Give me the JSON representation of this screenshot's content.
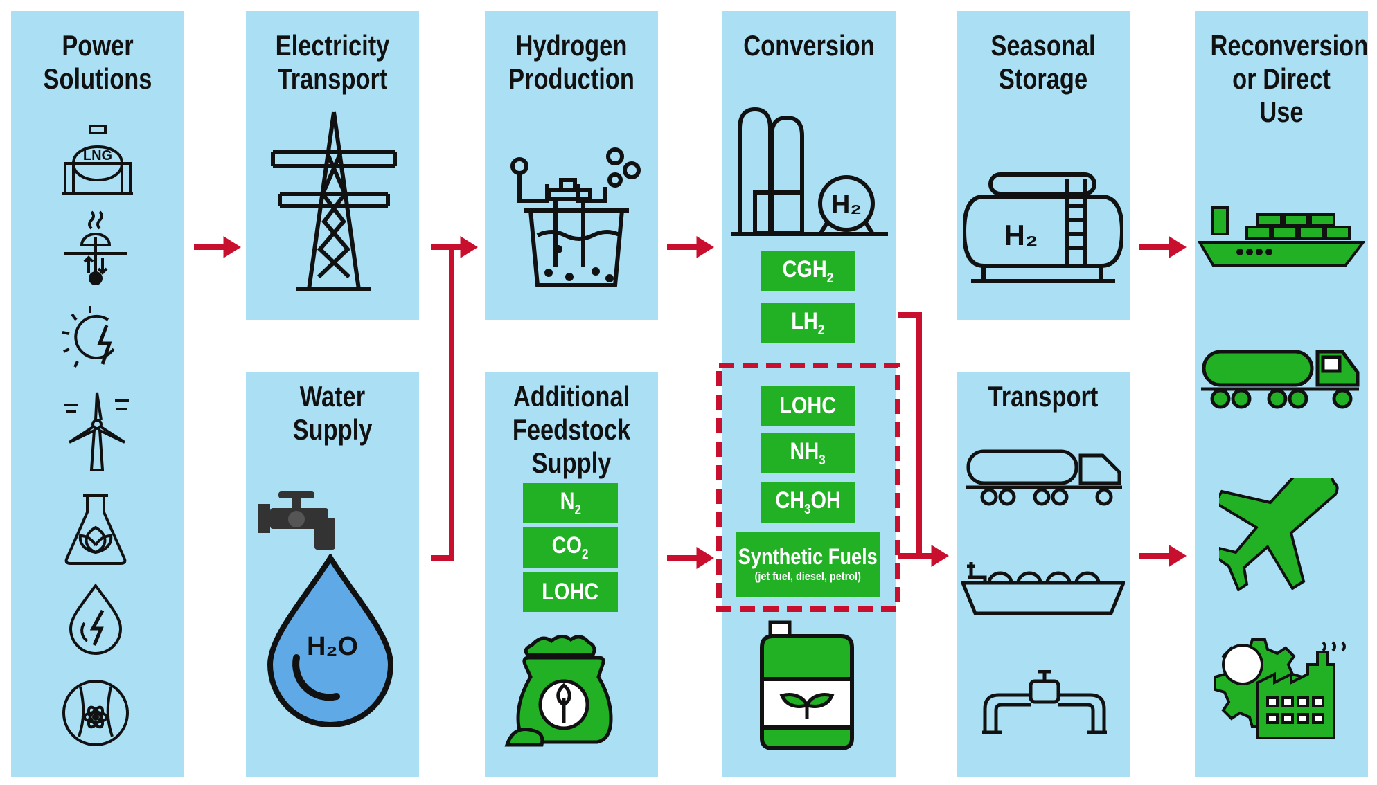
{
  "colors": {
    "panel": "#aadff4",
    "green": "#22b024",
    "arrow": "#c8102e",
    "ink": "#111111",
    "water": "#5ea9e6"
  },
  "columns": {
    "power": {
      "title": "Power\nSolutions"
    },
    "electricity": {
      "title": "Electricity\nTransport"
    },
    "water": {
      "title": "Water\nSupply",
      "h2o": "H₂O"
    },
    "hydrogen": {
      "title": "Hydrogen\nProduction"
    },
    "feedstock": {
      "title": "Additional\nFeedstock\nSupply"
    },
    "conversion": {
      "title": "Conversion",
      "tank_label": "H₂"
    },
    "storage": {
      "title": "Seasonal\nStorage",
      "tank_label": "H₂"
    },
    "transport": {
      "title": "Transport"
    },
    "reconversion": {
      "title": "Reconversion\nor Direct Use"
    }
  },
  "feedstock_items": [
    {
      "base": "N",
      "sub": "2",
      "tail": ""
    },
    {
      "base": "CO",
      "sub": "2",
      "tail": ""
    },
    {
      "base": "LOHC",
      "sub": "",
      "tail": ""
    }
  ],
  "conversion_items": [
    {
      "base": "CGH",
      "sub": "2",
      "tail": ""
    },
    {
      "base": "LH",
      "sub": "2",
      "tail": ""
    }
  ],
  "carrier_items": [
    {
      "base": "LOHC",
      "sub": "",
      "tail": ""
    },
    {
      "base": "NH",
      "sub": "3",
      "tail": ""
    },
    {
      "base": "CH",
      "sub": "3",
      "tail": "OH"
    }
  ],
  "synthetic": {
    "label": "Synthetic Fuels",
    "note": "(jet fuel, diesel, petrol)"
  },
  "power_icons": [
    "lng-icon",
    "geothermal-icon",
    "solar-icon",
    "wind-turbine-icon",
    "biomass-icon",
    "hydropower-icon",
    "nuclear-icon"
  ],
  "lng_label": "LNG"
}
